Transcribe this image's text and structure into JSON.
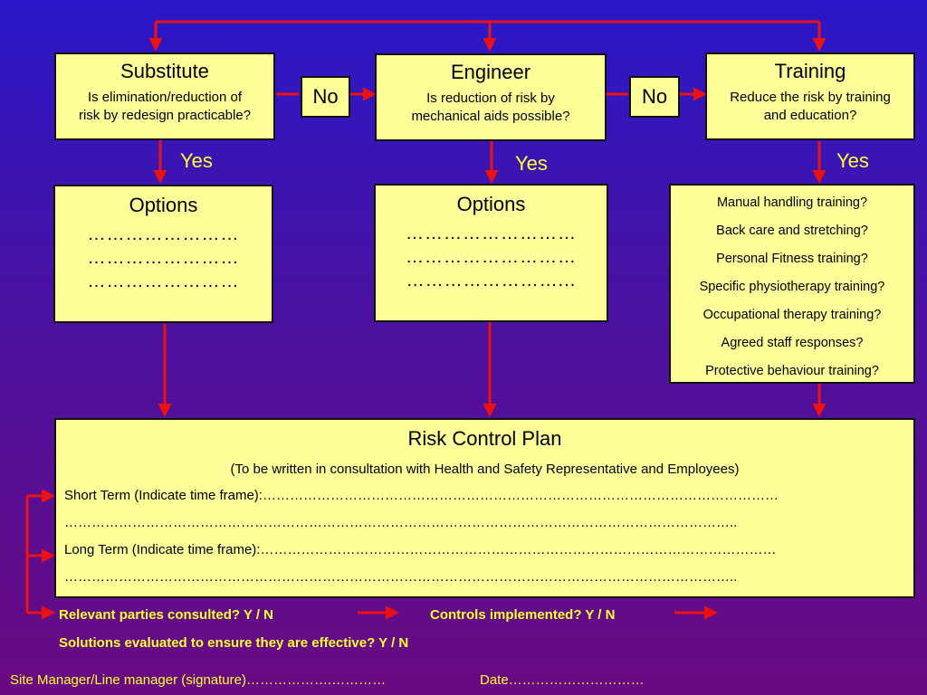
{
  "substitute": {
    "title": "Substitute",
    "desc1": "Is elimination/reduction of",
    "desc2": "risk by redesign practicable?"
  },
  "engineer": {
    "title": "Engineer",
    "desc1": "Is reduction of risk by",
    "desc2": "mechanical aids possible?"
  },
  "training": {
    "title": "Training",
    "desc1": "Reduce the risk by training",
    "desc2": "and education?"
  },
  "no_label": "No",
  "yes_label": "Yes",
  "options_left": {
    "title": "Options",
    "lines": [
      "……………………",
      "……………………",
      "……………………"
    ]
  },
  "options_mid": {
    "title": "Options",
    "lines": [
      "………………………",
      "………………………",
      "……………………..."
    ]
  },
  "training_list": [
    "Manual handling training?",
    "Back care and stretching?",
    "Personal Fitness training?",
    "Specific physiotherapy training?",
    "Occupational therapy training?",
    "Agreed staff responses?",
    "Protective behaviour training?"
  ],
  "plan": {
    "title": "Risk Control Plan",
    "subtitle": "(To be written in consultation with Health and Safety Representative and Employees)",
    "short_term": "Short Term (Indicate time frame):……………………………………………………………………………………………………",
    "dots1": "…………………………………………………………………………………………………………………………………..",
    "long_term": "Long Term (Indicate time frame):……………………………………………………………………………………………………",
    "dots2": "………………………………………………………………………………………………………………………………….."
  },
  "bottom": {
    "consulted": "Relevant parties consulted?  Y / N",
    "implemented": "Controls implemented?  Y / N",
    "evaluated": "Solutions evaluated to ensure they are effective?  Y / N"
  },
  "footer": {
    "signature": "Site Manager/Line manager (signature)……………….…………",
    "date": "Date…………………………"
  },
  "colors": {
    "arrow": "#ee1111",
    "box_fill": "#ffff99",
    "accent_text": "#ffff33"
  }
}
